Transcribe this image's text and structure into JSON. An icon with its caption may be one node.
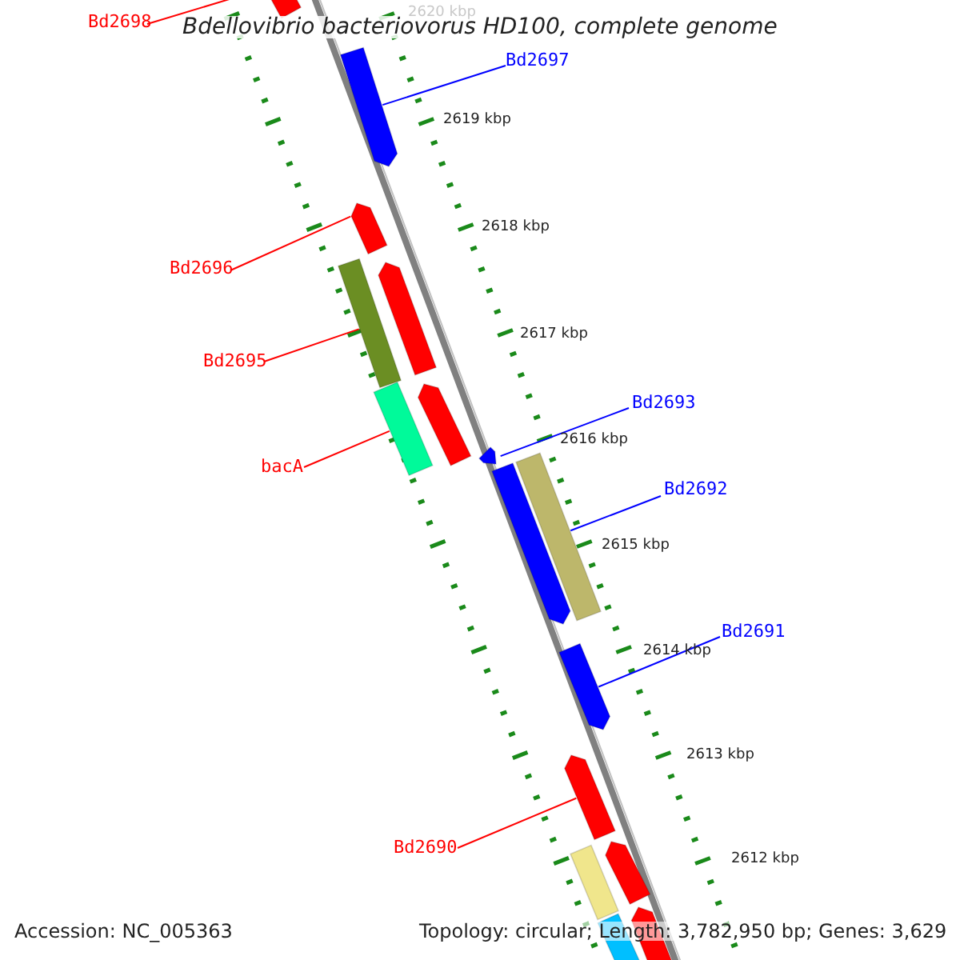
{
  "diagram": {
    "title": "Bdellovibrio bacteriovorus HD100, complete genome",
    "nodes": [
      {
        "text": [
          "Bd2698"
        ]
      },
      {
        "text": [],
        "shape": "bar"
      },
      {
        "text": [
          "Bd2697"
        ]
      },
      {
        "text": [],
        "shape": "bar"
      },
      {
        "text": [
          "Bd2696"
        ]
      },
      {
        "text": [],
        "shape": "bar"
      },
      {
        "text": [
          "Bd2695"
        ]
      },
      {
        "text": [],
        "shape": "bar"
      },
      {
        "text": [],
        "shape": "bar"
      },
      {
        "text": [
          "bacA"
        ]
      },
      {
        "text": [],
        "shape": "bar"
      },
      {
        "text": [],
        "shape": "bar"
      },
      {
        "text": [
          "Bd2693"
        ]
      },
      {
        "text": [],
        "shape": "bar"
      },
      {
        "text": [
          "Bd2692"
        ]
      },
      {
        "text": [],
        "shape": "bar"
      },
      {
        "text": [],
        "shape": "bar"
      },
      {
        "text": [
          "Bd2691"
        ]
      },
      {
        "text": [],
        "shape": "bar"
      },
      {
        "text": [
          "Bd2690"
        ]
      },
      {
        "text": [],
        "shape": "bar"
      },
      {
        "text": [],
        "shape": "bar"
      },
      {
        "text": [],
        "shape": "bar"
      },
      {
        "text": [],
        "shape": "bar"
      },
      {
        "text": [],
        "shape": "bar"
      }
    ],
    "edges": [
      {
        "from": 0,
        "to": 1,
        "arrow": "none"
      },
      {
        "from": 2,
        "to": 3,
        "arrow": "none",
        "color": "#0000ff"
      },
      {
        "from": 4,
        "to": 5,
        "arrow": "none"
      },
      {
        "from": 6,
        "to": 7,
        "arrow": "none"
      },
      {
        "from": 9,
        "to": 10,
        "arrow": "none"
      },
      {
        "from": 12,
        "to": 13,
        "arrow": "none",
        "color": "#0000ff"
      },
      {
        "from": 14,
        "to": 15,
        "arrow": "none",
        "color": "#0000ff"
      },
      {
        "from": 17,
        "to": 18,
        "arrow": "none",
        "color": "#0000ff"
      },
      {
        "from": 19,
        "to": 20,
        "arrow": "none"
      }
    ],
    "labels": [
      "2620 kbp",
      "2619 kbp",
      "2618 kbp",
      "2617 kbp",
      "2616 kbp",
      "2615 kbp",
      "2614 kbp",
      "2613 kbp",
      "2612 kbp",
      "Accession: NC_005363",
      "Topology: circular; Length: 3,782,950 bp; Genes: 3,629"
    ]
  }
}
